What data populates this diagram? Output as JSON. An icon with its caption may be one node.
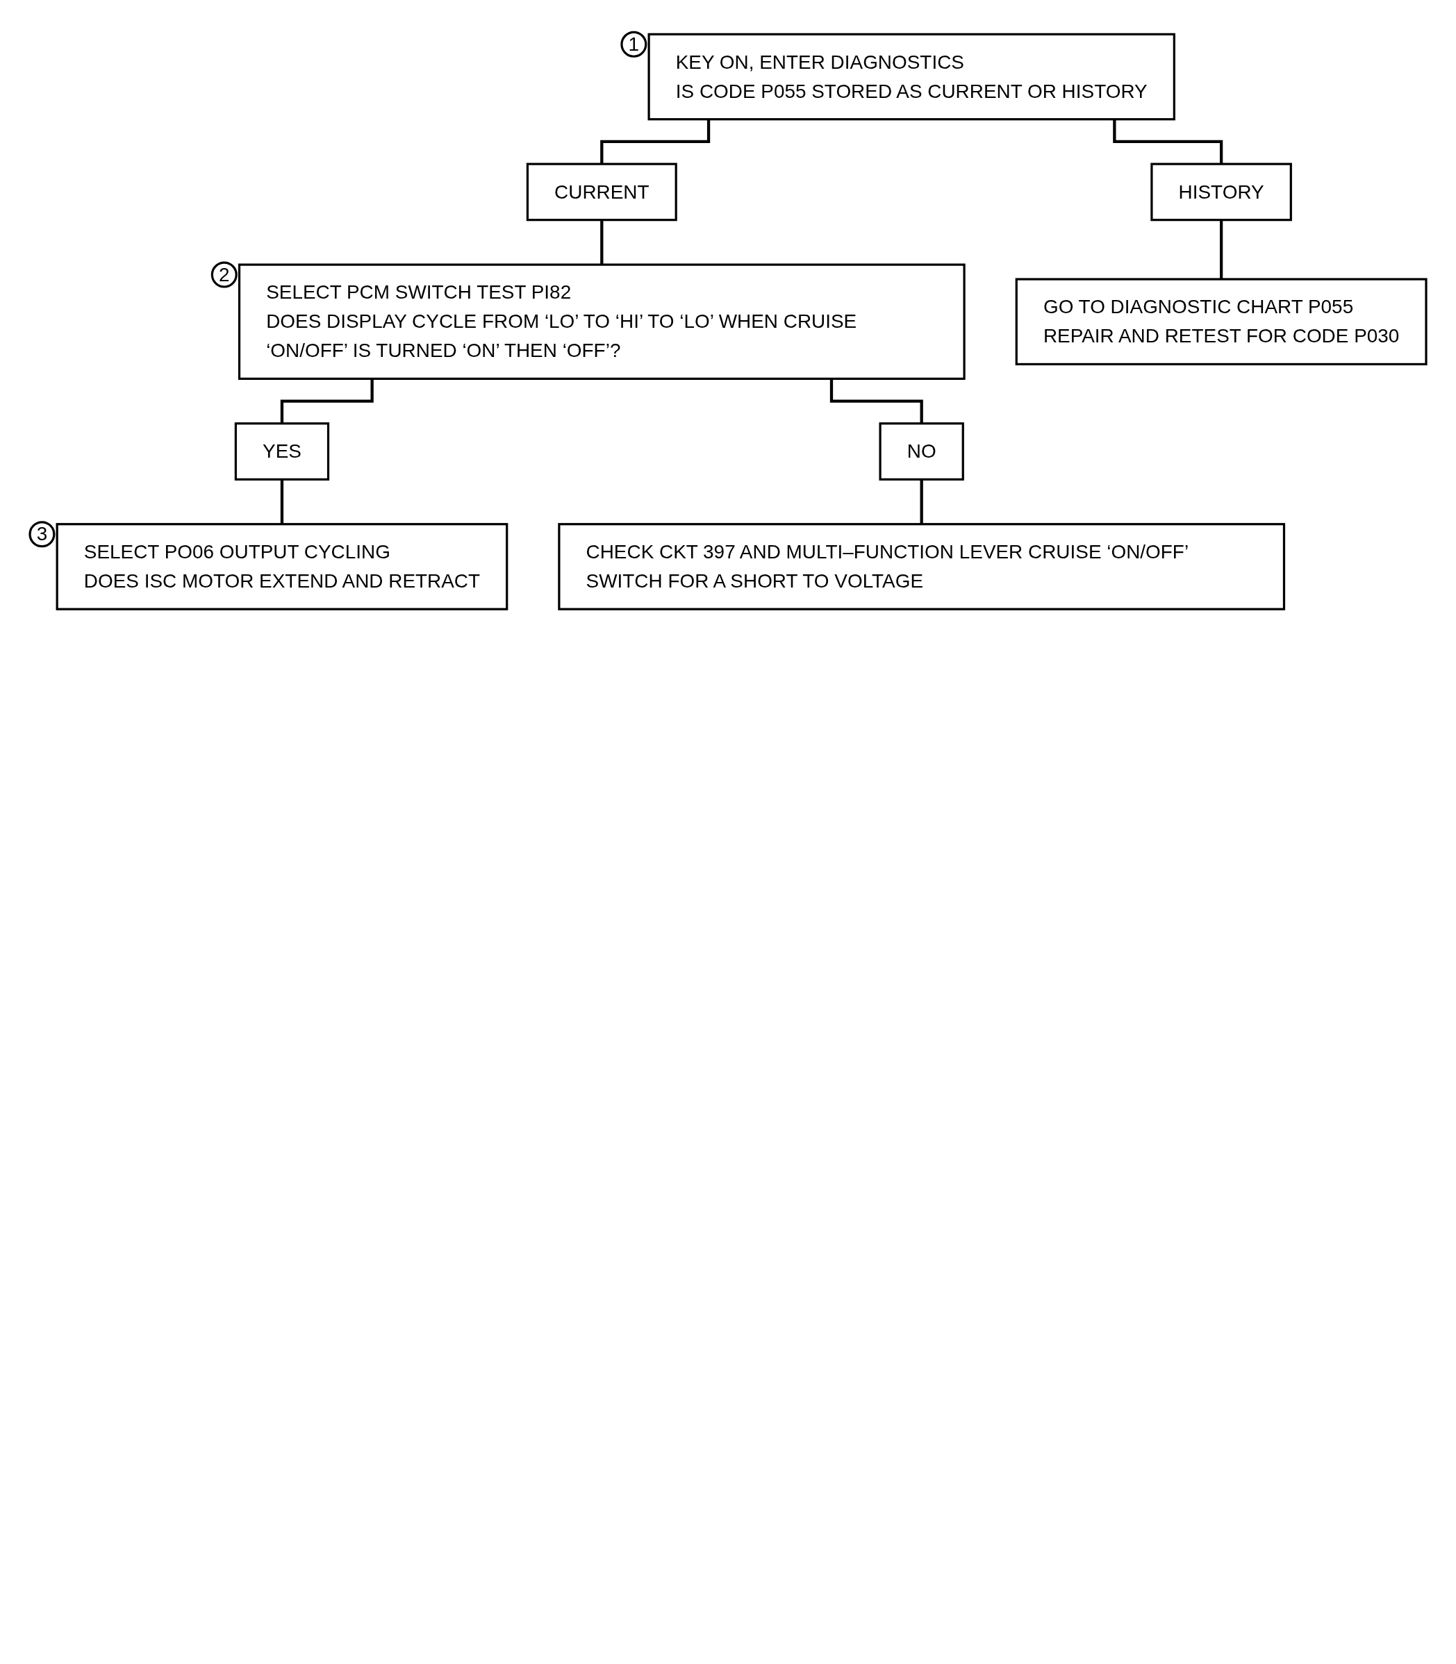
{
  "diagram": {
    "nodes": [
      {
        "text": [
          "1"
        ]
      },
      {
        "text": [
          "KEY ON, ENTER DIAGNOSTICS",
          "IS CODE P055 STORED AS CURRENT OR HISTORY"
        ]
      },
      {
        "text": [
          "CURRENT"
        ]
      },
      {
        "text": [
          "HISTORY"
        ]
      },
      {
        "text": [
          "2"
        ]
      },
      {
        "text": [
          "SELECT PCM SWITCH TEST PI82",
          "DOES DISPLAY CYCLE FROM ‘LO’ TO ‘HI’ TO ‘LO’ WHEN CRUISE ‘ON/OFF’ IS TURNED ‘ON’ THEN ‘OFF’?"
        ]
      },
      {
        "text": [
          "GO TO DIAGNOSTIC CHART P055",
          "REPAIR AND RETEST FOR CODE P030"
        ]
      },
      {
        "text": [
          "YES"
        ]
      },
      {
        "text": [
          "NO"
        ]
      },
      {
        "text": [
          "3"
        ]
      },
      {
        "text": [
          "SELECT PO06 OUTPUT CYCLING",
          "DOES ISC MOTOR EXTEND AND RETRACT"
        ]
      },
      {
        "text": [
          "CHECK CKT 397 AND MULTI–FUNCTION LEVER CRUISE ‘ON/OFF’ SWITCH FOR A SHORT TO VOLTAGE"
        ]
      }
    ],
    "edges": [
      {
        "from": 1,
        "to": 2,
        "arrow": "none"
      },
      {
        "from": 1,
        "to": 3,
        "arrow": "none"
      },
      {
        "from": 2,
        "to": 5,
        "arrow": "none"
      },
      {
        "from": 3,
        "to": 6,
        "arrow": "none"
      },
      {
        "from": 5,
        "to": 7,
        "arrow": "none"
      },
      {
        "from": 5,
        "to": 8,
        "arrow": "none"
      },
      {
        "from": 7,
        "to": 10,
        "arrow": "none"
      },
      {
        "from": 8,
        "to": 11,
        "arrow": "none"
      }
    ]
  }
}
